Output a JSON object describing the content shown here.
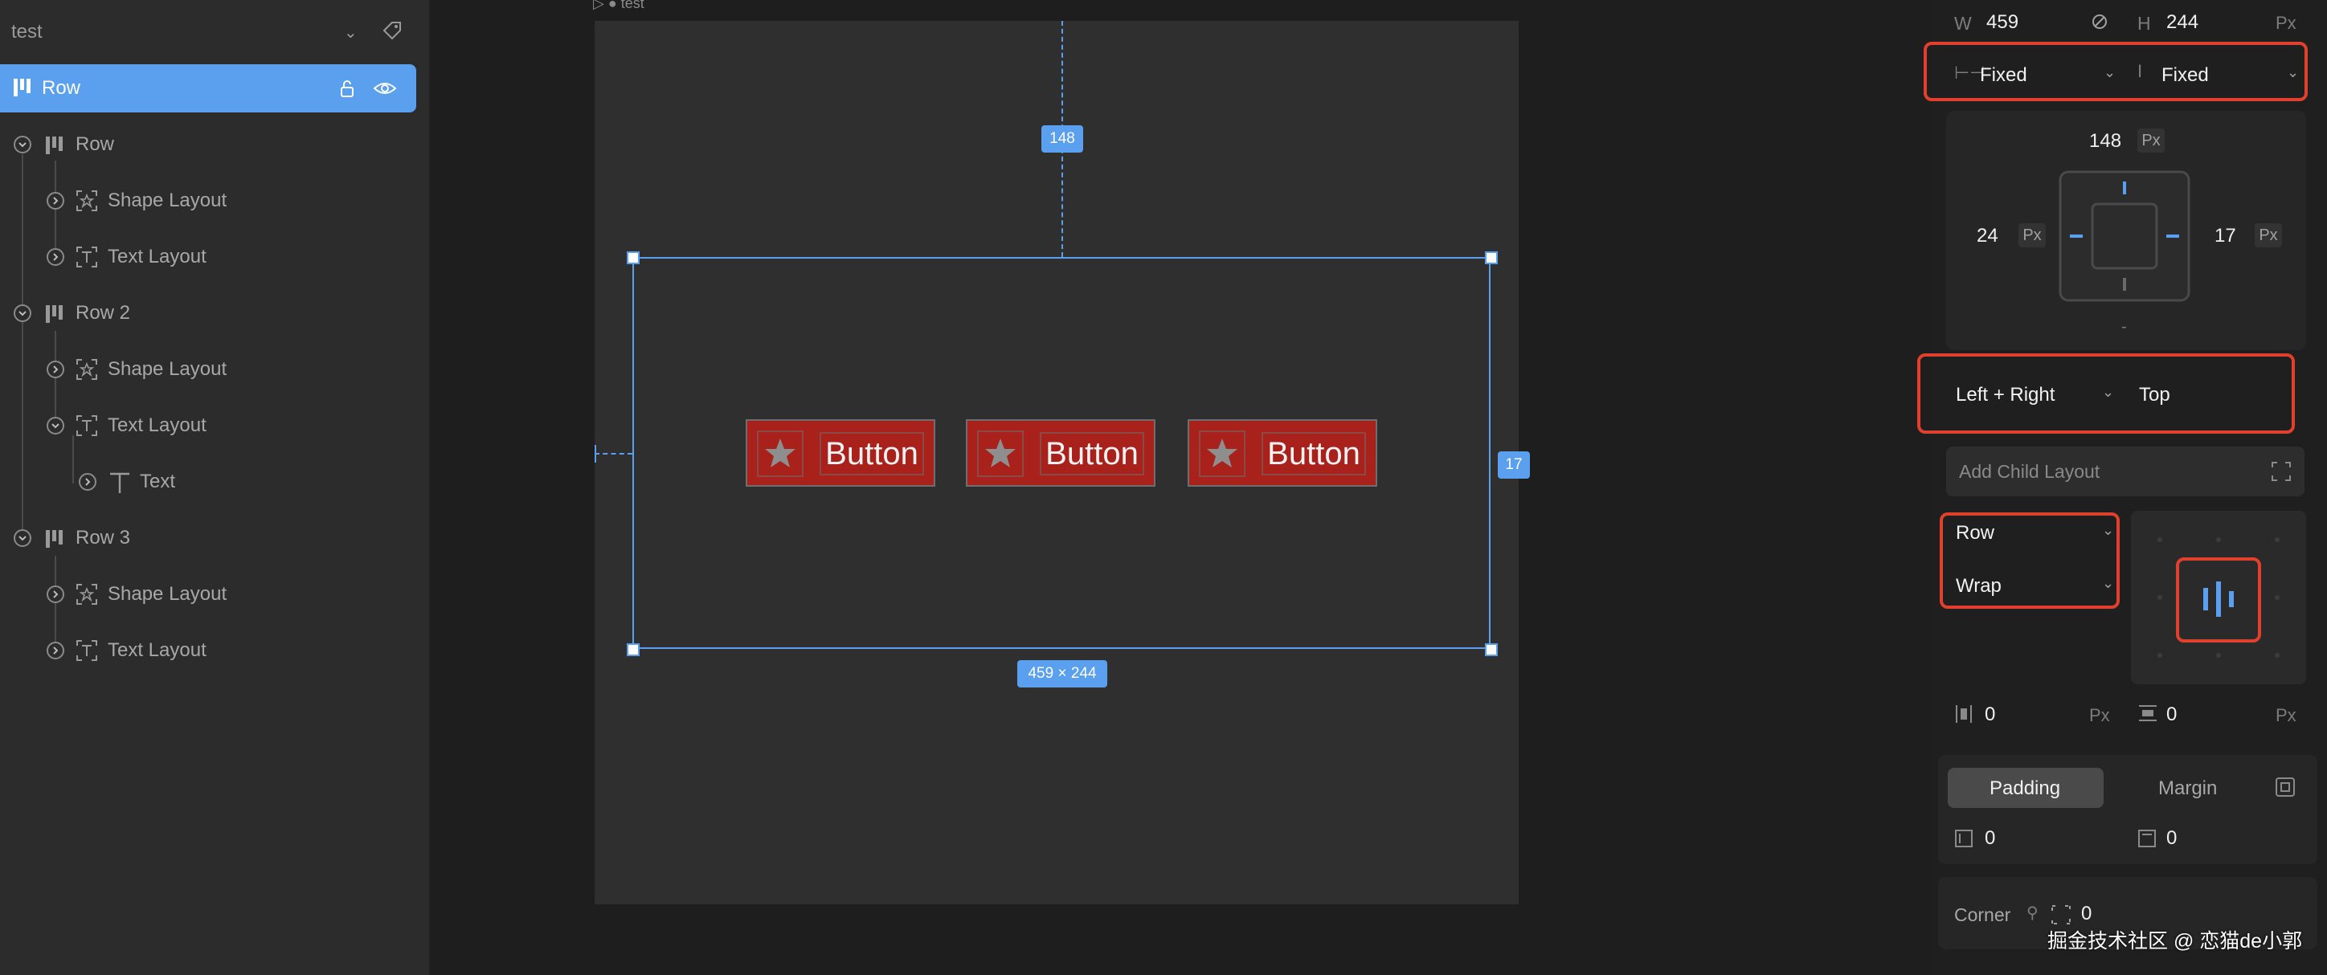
{
  "document": {
    "title": "test"
  },
  "layers": {
    "selected": "Row",
    "items": [
      {
        "label": "Row"
      },
      {
        "label": "Shape Layout"
      },
      {
        "label": "Text Layout"
      },
      {
        "label": "Row 2"
      },
      {
        "label": "Shape Layout"
      },
      {
        "label": "Text Layout"
      },
      {
        "label": "Text"
      },
      {
        "label": "Row 3"
      },
      {
        "label": "Shape Layout"
      },
      {
        "label": "Text Layout"
      }
    ]
  },
  "canvas": {
    "frame_label": "test",
    "top_distance": "148",
    "right_distance": "17",
    "size_label": "459 × 244",
    "buttons": [
      {
        "label": "Button"
      },
      {
        "label": "Button"
      },
      {
        "label": "Button"
      }
    ]
  },
  "inspector": {
    "width_label": "W",
    "width": "459",
    "height_label": "H",
    "height": "244",
    "unit": "Px",
    "width_mode": "Fixed",
    "height_mode": "Fixed",
    "constraints": {
      "top": "148",
      "left": "24",
      "right": "17",
      "bottom": "-"
    },
    "horizontal_constraint": "Left + Right",
    "vertical_constraint": "Top",
    "add_child_layout": "Add Child Layout",
    "direction": "Row",
    "wrap": "Wrap",
    "gap_x": "0",
    "gap_y": "0",
    "spacing_tabs": [
      "Padding",
      "Margin"
    ],
    "active_spacing_tab": "Padding",
    "padding_x": "0",
    "padding_y": "0",
    "corner_label": "Corner",
    "corner_value": "0"
  },
  "watermark": "掘金技术社区 @ 恋猫de小郭",
  "colors": {
    "accent": "#5aa0ef",
    "highlight": "#e0402c",
    "button_fill": "#a8211b"
  }
}
